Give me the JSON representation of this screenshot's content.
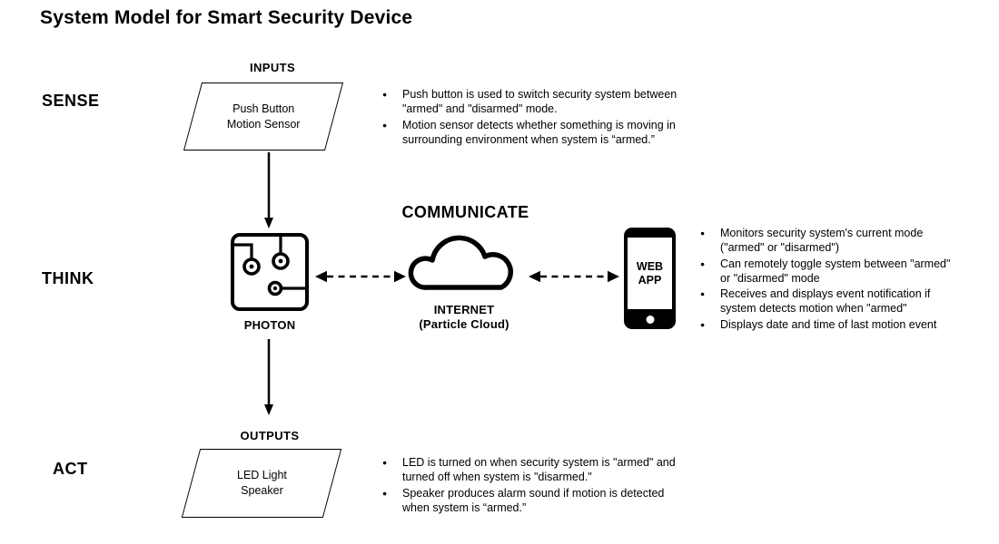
{
  "title": "System Model for Smart Security Device",
  "colors": {
    "ink": "#000000",
    "background": "#ffffff"
  },
  "icons": [
    "circuit-board-icon",
    "cloud-icon",
    "phone-icon",
    "down-arrow-icon",
    "dashed-double-arrow-icon"
  ],
  "sense": {
    "row_label": "SENSE",
    "shape_label": "INPUTS",
    "shape_line1": "Push Button",
    "shape_line2": "Motion Sensor",
    "bullets": [
      "Push button is used to switch security system between \"armed\" and \"disarmed\" mode.",
      "Motion sensor detects whether something is moving in surrounding environment when system is “armed.”"
    ]
  },
  "think": {
    "row_label": "THINK",
    "heading": "COMMUNICATE",
    "photon_label": "PHOTON",
    "internet_label": "INTERNET",
    "internet_sublabel": "(Particle Cloud)",
    "webapp_line1": "WEB",
    "webapp_line2": "APP",
    "bullets": [
      "Monitors security system's current mode (\"armed\" or \"disarmed\")",
      "Can remotely toggle system between \"armed\" or \"disarmed\" mode",
      "Receives and displays event notification if system detects motion when \"armed\"",
      "Displays date and time of last motion event"
    ]
  },
  "act": {
    "row_label": "ACT",
    "shape_label": "OUTPUTS",
    "shape_line1": "LED Light",
    "shape_line2": "Speaker",
    "bullets": [
      "LED is turned on when security system is \"armed\" and turned off when system is \"disarmed.\"",
      "Speaker produces alarm sound if motion is detected when system is “armed.”"
    ]
  }
}
